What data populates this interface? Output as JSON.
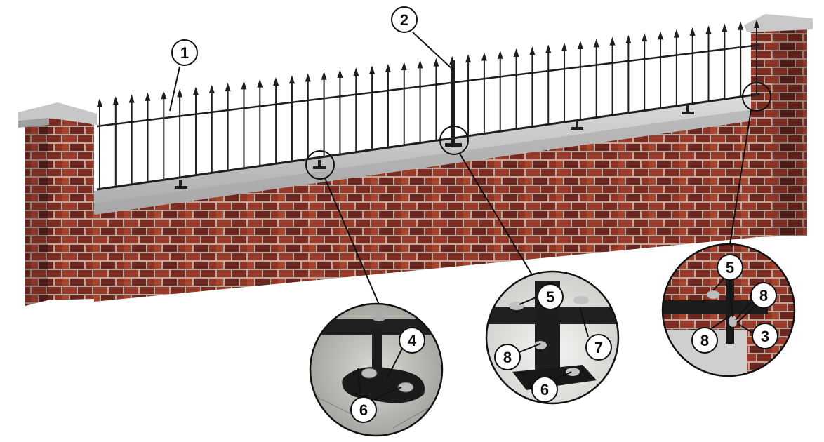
{
  "callouts": {
    "c1": "1",
    "c2": "2",
    "d1_4": "4",
    "d1_6": "6",
    "d2_5": "5",
    "d2_8": "8",
    "d2_7": "7",
    "d2_6": "6",
    "d3_5": "5",
    "d3_8a": "8",
    "d3_8b": "8",
    "d3_3": "3"
  },
  "colors": {
    "brick": "#8e3527",
    "brick_dark": "#5a1e1a",
    "mortar": "#b9aaa0",
    "coping": "#c9c9c9",
    "metal": "#1e1e1e",
    "callout_stroke": "#111111"
  },
  "icons": [
    "railing-spike-icon",
    "pier-cap-icon",
    "bracket-icon"
  ]
}
